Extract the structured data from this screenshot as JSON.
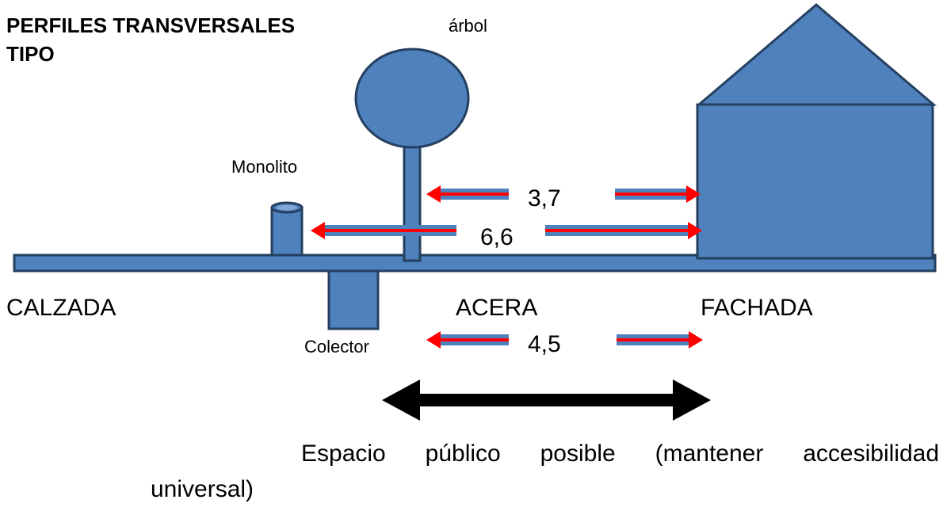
{
  "title": "PERFILES TRANSVERSALES TIPO",
  "labels": {
    "arbol": "árbol",
    "monolito": "Monolito",
    "colector": "Colector",
    "calzada": "CALZADA",
    "acera": "ACERA",
    "fachada": "FACHADA"
  },
  "dimensions": {
    "d1": "3,7",
    "d2": "6,6",
    "d3": "4,5"
  },
  "caption": {
    "line1": "Espacio público posible (mantener accesibilidad",
    "line2": "universal)"
  },
  "colors": {
    "fill": "#4F81BD",
    "stroke": "#243F60",
    "arrow_red": "#FF0000",
    "arrow_black": "#000000"
  }
}
